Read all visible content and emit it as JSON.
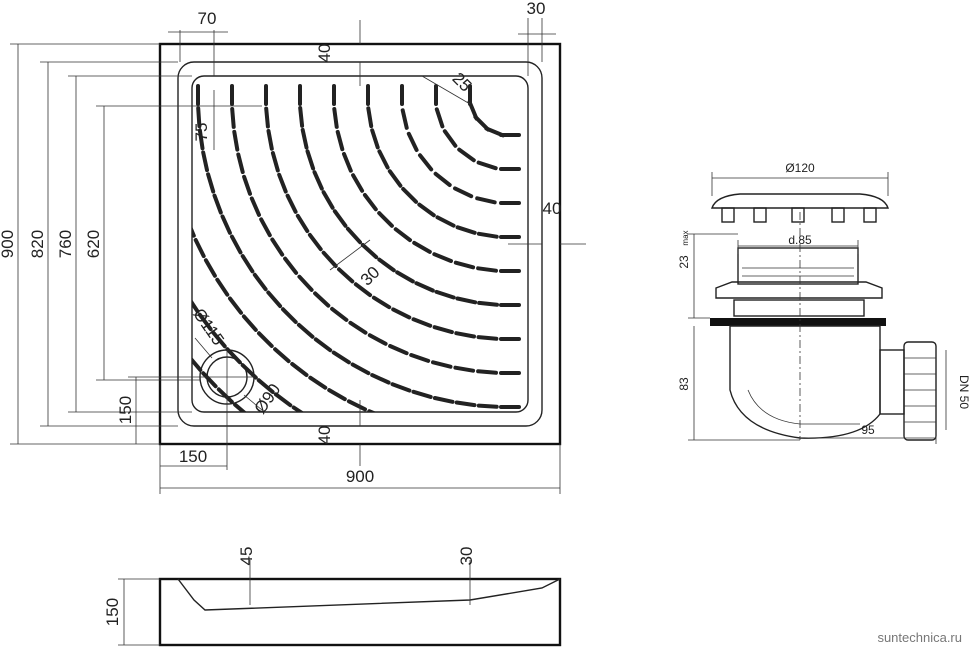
{
  "tray_plan": {
    "dims": {
      "top_70": "70",
      "top_30": "30",
      "rim_top_40": "40",
      "corner_25": "25",
      "pad_75": "75",
      "side_40": "40",
      "pattern_30": "30",
      "height_900": "900",
      "height_820": "820",
      "height_760": "760",
      "height_620": "620",
      "drain_y_150": "150",
      "drain_x_150": "150",
      "bottom_40": "40",
      "width_900": "900",
      "drain_115": "Ø115",
      "drain_90": "Ø90"
    }
  },
  "section": {
    "dims": {
      "h_150": "150",
      "slope_45": "45",
      "slope_30": "30"
    }
  },
  "siphon": {
    "dims": {
      "d120": "Ø120",
      "d85": "d.85",
      "h23": "23",
      "h23_max": "max",
      "h83": "83",
      "w95": "95",
      "dn50": "DN 50"
    }
  },
  "watermark": "suntechnica.ru"
}
